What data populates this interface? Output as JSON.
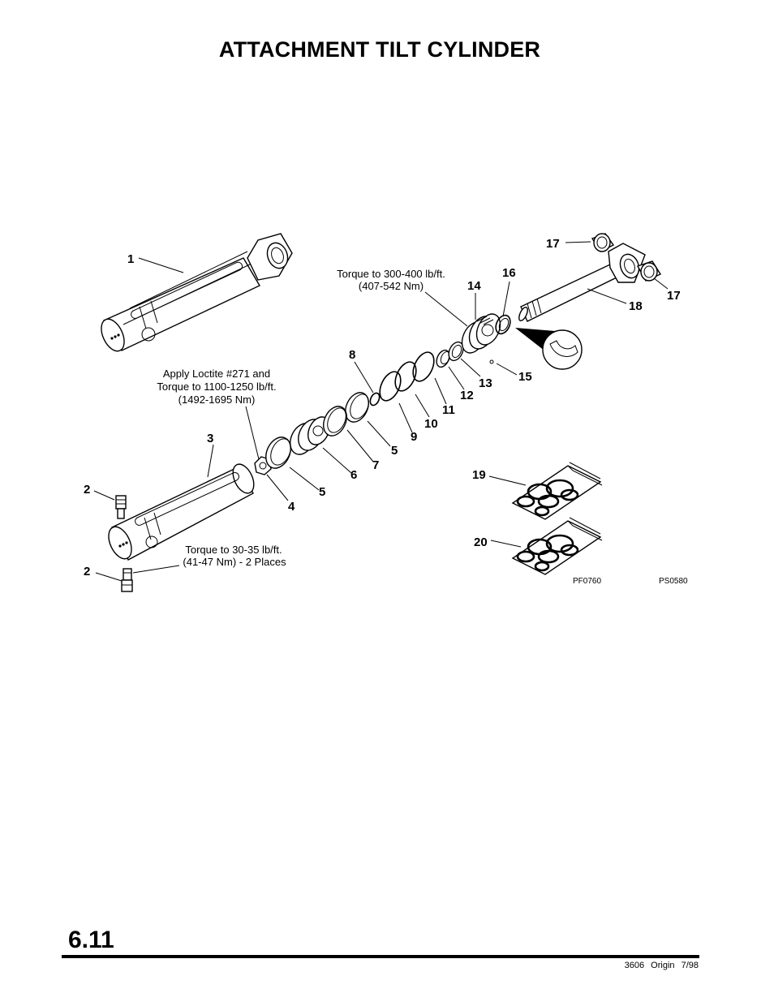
{
  "page": {
    "title": "ATTACHMENT TILT CYLINDER",
    "page_number": "6.11",
    "footer": "3606 Origin 7/98"
  },
  "notes": {
    "torque_14_line1": "Torque to 300-400 lb/ft.",
    "torque_14_line2": "(407-542 Nm)",
    "loctite_line1": "Apply Loctite #271 and",
    "loctite_line2": "Torque to 1100-1250 lb/ft.",
    "loctite_line3": "(1492-1695 Nm)",
    "torque_2_line1": "Torque to 30-35 lb/ft.",
    "torque_2_line2": "(41-47 Nm) - 2 Places"
  },
  "codes": {
    "left": "PF0760",
    "right": "PS0580"
  },
  "callouts": {
    "c1": "1",
    "c2a": "2",
    "c2b": "2",
    "c3": "3",
    "c4": "4",
    "c5a": "5",
    "c5b": "5",
    "c6": "6",
    "c7": "7",
    "c8": "8",
    "c9": "9",
    "c10": "10",
    "c11": "11",
    "c12": "12",
    "c13": "13",
    "c14": "14",
    "c15": "15",
    "c16": "16",
    "c17a": "17",
    "c17b": "17",
    "c18": "18",
    "c19": "19",
    "c20": "20"
  },
  "colors": {
    "ink": "#000000",
    "paper": "#ffffff"
  }
}
